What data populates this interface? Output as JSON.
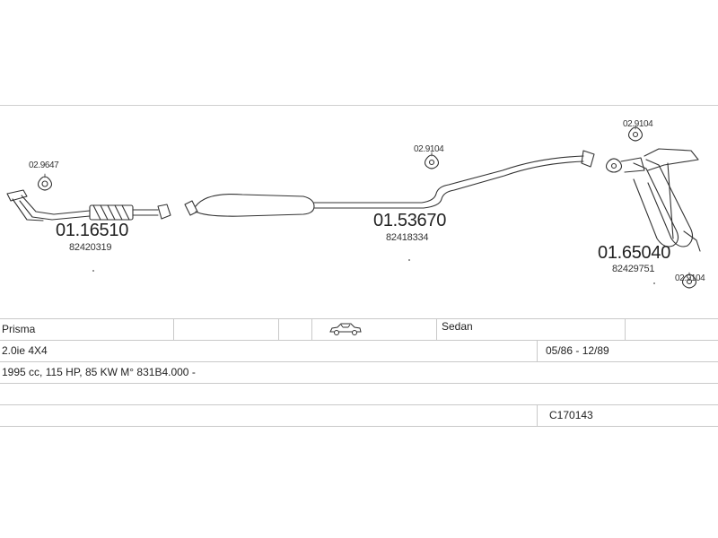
{
  "parts": [
    {
      "code": "01.16510",
      "ref": "82420319"
    },
    {
      "code": "01.53670",
      "ref": "82418334"
    },
    {
      "code": "01.65040",
      "ref": "82429751"
    }
  ],
  "hardware": {
    "h1": "02.9647",
    "h2": "02.9104",
    "h3": "02.9104",
    "h4": "02.9104"
  },
  "vehicle": {
    "model": "Prisma",
    "body": "Sedan",
    "engine": "2.0ie 4X4",
    "years": "05/86 - 12/89",
    "specs": "1995 cc, 115 HP, 85 KW M° 831B4.000 -",
    "catalog": "C170143"
  },
  "icons": {
    "car": "sedan-car-icon"
  }
}
